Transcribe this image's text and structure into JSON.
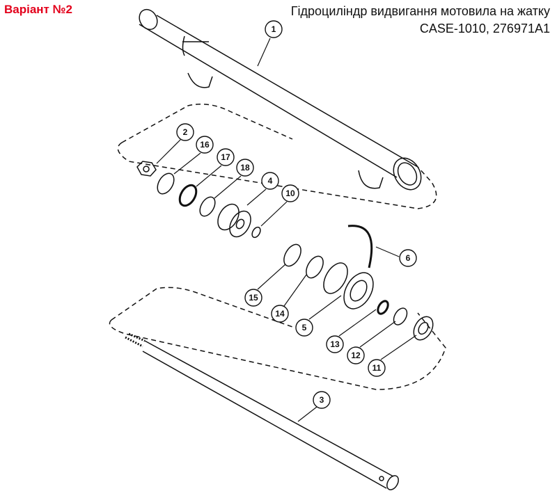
{
  "header": {
    "variant": "Варіант №2",
    "title_line1": "Гідроциліндр видвигання мотовила на жатку",
    "title_line2": "CASE-1010, 276971A1"
  },
  "callouts": [
    "1",
    "2",
    "16",
    "17",
    "18",
    "4",
    "10",
    "6",
    "15",
    "14",
    "5",
    "13",
    "12",
    "11",
    "3"
  ]
}
